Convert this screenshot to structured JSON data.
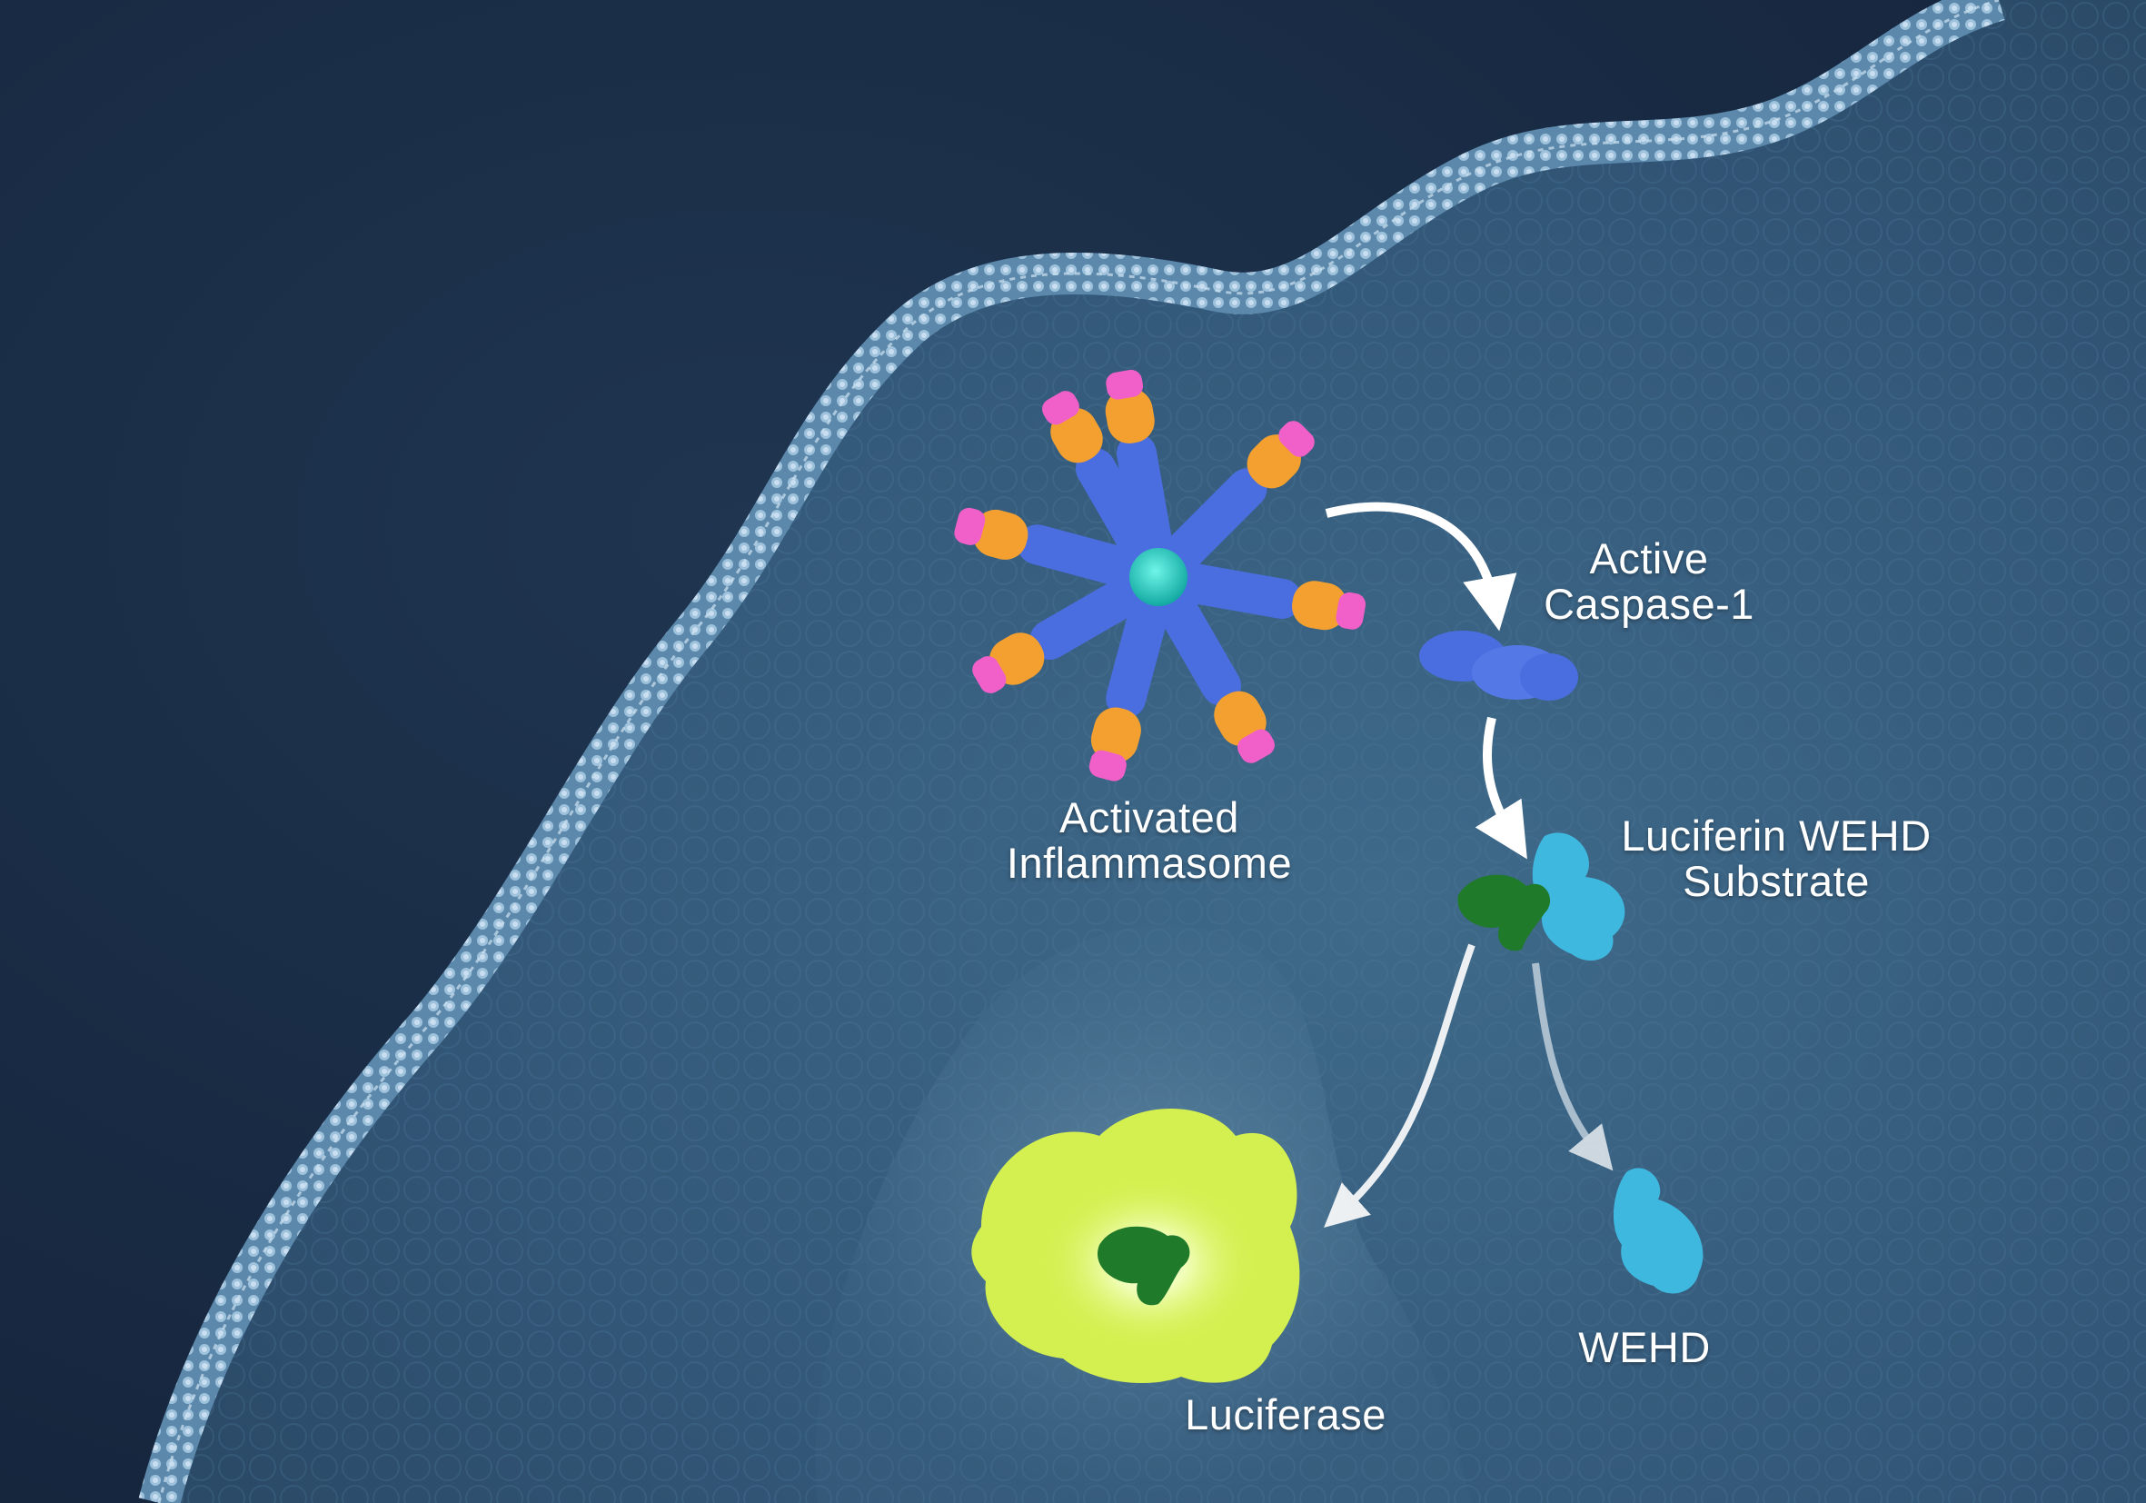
{
  "labels": {
    "active_caspase": [
      "Active",
      "Caspase-1"
    ],
    "activated_inflammasome": [
      "Activated",
      "Inflammasome"
    ],
    "luciferin_wehd_substrate": [
      "Luciferin WEHD",
      "Substrate"
    ],
    "wehd": "WEHD",
    "luciferase": "Luciferase"
  },
  "colors": {
    "background_dark": "#16263a",
    "cell_interior": "#3b6484",
    "membrane": "#5d8aad",
    "membrane_highlight": "#a9c8df",
    "receptor_blue": "#4a6ee0",
    "adaptor_orange": "#f4a030",
    "cap_pink": "#f060c8",
    "core_cyan": "#19c9c0",
    "luciferin_green": "#1f7a2a",
    "wehd_cyan": "#3fb8e0",
    "luciferase_yellow": "#d4f050",
    "arrow_white": "#ffffff"
  }
}
